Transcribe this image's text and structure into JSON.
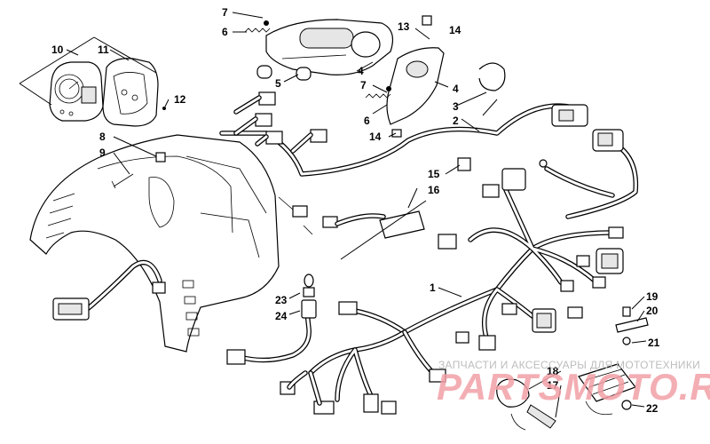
{
  "callouts": [
    {
      "id": "1",
      "text": "1"
    },
    {
      "id": "2",
      "text": "2"
    },
    {
      "id": "3",
      "text": "3"
    },
    {
      "id": "4a",
      "text": "4"
    },
    {
      "id": "4b",
      "text": "4"
    },
    {
      "id": "5",
      "text": "5"
    },
    {
      "id": "6a",
      "text": "6"
    },
    {
      "id": "6b",
      "text": "6"
    },
    {
      "id": "7a",
      "text": "7"
    },
    {
      "id": "7b",
      "text": "7"
    },
    {
      "id": "8",
      "text": "8"
    },
    {
      "id": "9",
      "text": "9"
    },
    {
      "id": "10",
      "text": "10"
    },
    {
      "id": "11",
      "text": "11"
    },
    {
      "id": "12",
      "text": "12"
    },
    {
      "id": "13",
      "text": "13"
    },
    {
      "id": "14a",
      "text": "14"
    },
    {
      "id": "14b",
      "text": "14"
    },
    {
      "id": "15",
      "text": "15"
    },
    {
      "id": "16",
      "text": "16"
    },
    {
      "id": "17",
      "text": "17"
    },
    {
      "id": "18",
      "text": "18"
    },
    {
      "id": "19",
      "text": "19"
    },
    {
      "id": "20",
      "text": "20"
    },
    {
      "id": "21",
      "text": "21"
    },
    {
      "id": "22",
      "text": "22"
    },
    {
      "id": "23",
      "text": "23"
    },
    {
      "id": "24",
      "text": "24"
    }
  ],
  "watermark": {
    "tagline": "ЗАПЧАСТИ И АКСЕССУАРЫ ДЛЯ МОТОТЕХНИКИ",
    "logo": "PARTSMOTO.RU",
    "color": "#f2a0a6"
  }
}
